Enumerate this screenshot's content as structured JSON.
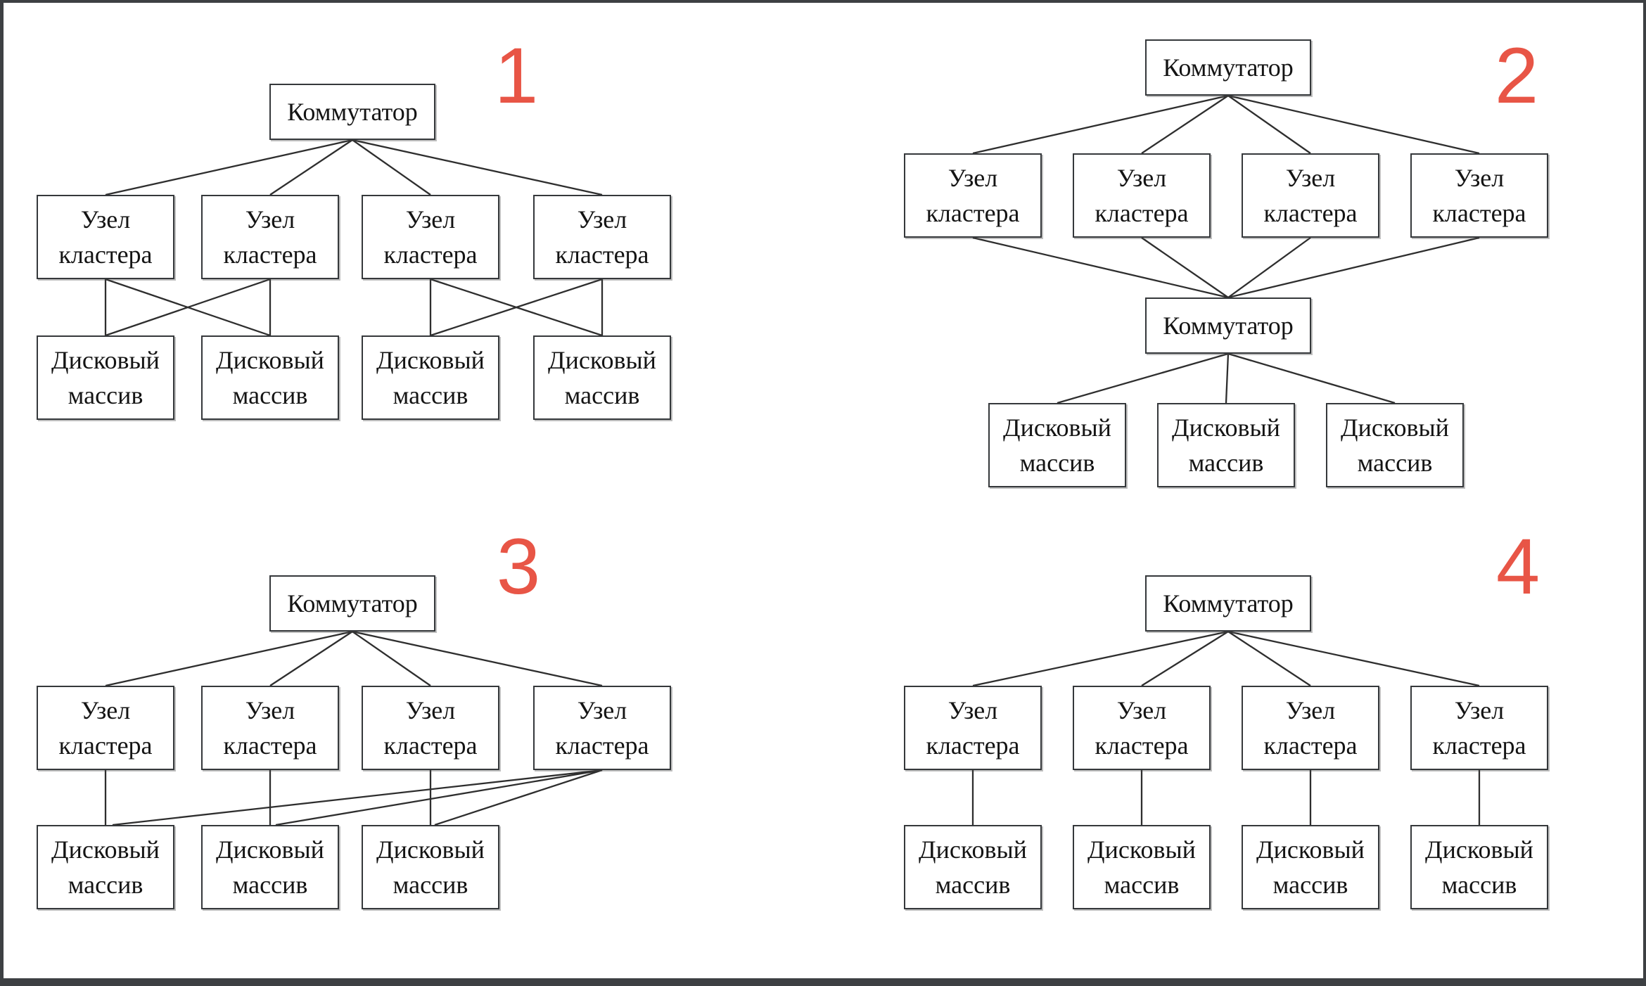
{
  "colors": {
    "badge_red": "#e85546",
    "line": "#2e2e2e",
    "box_border": "#35383b",
    "box_fill": "#ffffff",
    "text": "#141414",
    "frame": "#3d4043"
  },
  "labels": {
    "switch": "Коммутатор",
    "node_line1": "Узел",
    "node_line2": "кластера",
    "disk_line1": "Дисковый",
    "disk_line2": "массив"
  },
  "diagrams": [
    {
      "badge": "1",
      "switch_count": 1,
      "node_count": 4,
      "disk_count": 4,
      "pattern": "cross-connected pairs",
      "connections": [
        "switch→node1",
        "switch→node2",
        "switch→node3",
        "switch→node4",
        "node1→disk1",
        "node1→disk2",
        "node2→disk1",
        "node2→disk2",
        "node3→disk3",
        "node3→disk4",
        "node4→disk3",
        "node4→disk4"
      ]
    },
    {
      "badge": "2",
      "switch_count": 2,
      "node_count": 4,
      "disk_count": 3,
      "pattern": "dual switch, shared storage switch",
      "connections": [
        "switch1→node1",
        "switch1→node2",
        "switch1→node3",
        "switch1→node4",
        "node1→switch2",
        "node2→switch2",
        "node3→switch2",
        "node4→switch2",
        "switch2→disk1",
        "switch2→disk2",
        "switch2→disk3"
      ]
    },
    {
      "badge": "3",
      "switch_count": 1,
      "node_count": 4,
      "disk_count": 3,
      "pattern": "node 4 fans out to all disk arrays",
      "connections": [
        "switch→node1",
        "switch→node2",
        "switch→node3",
        "switch→node4",
        "node1→disk1",
        "node2→disk2",
        "node3→disk3",
        "node4→disk1",
        "node4→disk2",
        "node4→disk3"
      ]
    },
    {
      "badge": "4",
      "switch_count": 1,
      "node_count": 4,
      "disk_count": 4,
      "pattern": "one disk array per node",
      "connections": [
        "switch→node1",
        "switch→node2",
        "switch→node3",
        "switch→node4",
        "node1→disk1",
        "node2→disk2",
        "node3→disk3",
        "node4→disk4"
      ]
    }
  ]
}
